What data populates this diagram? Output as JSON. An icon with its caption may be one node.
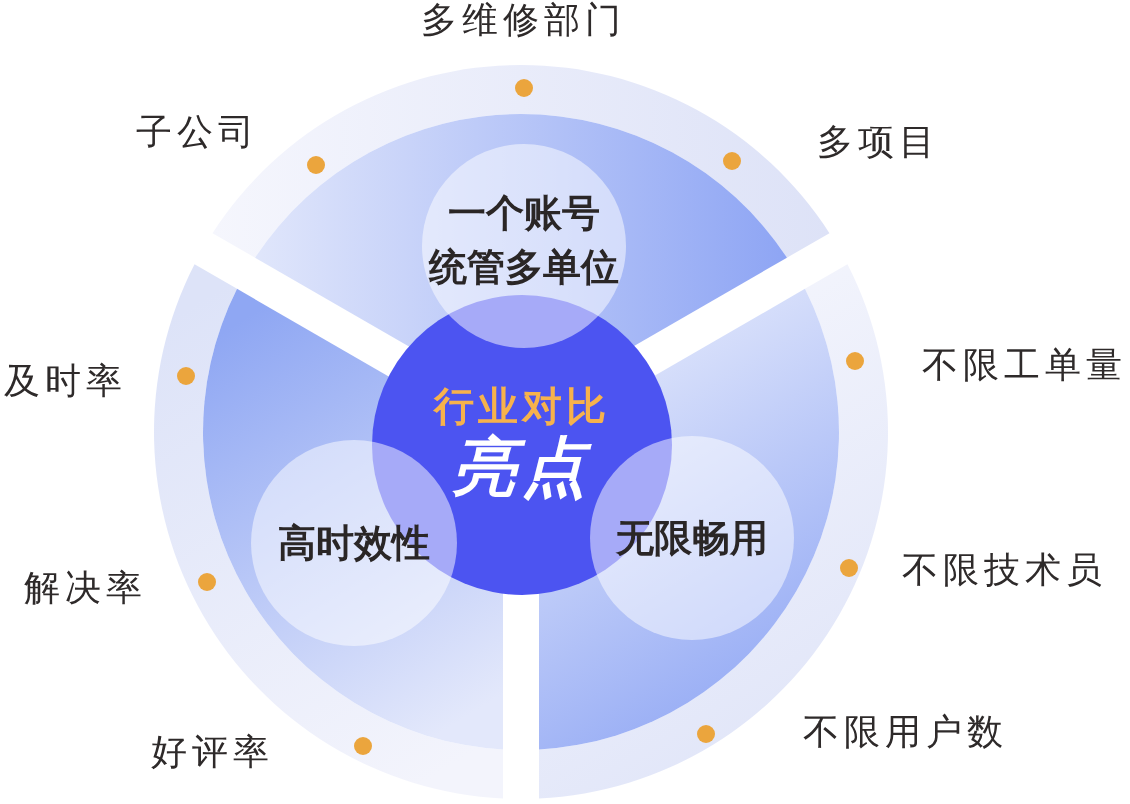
{
  "diagram": {
    "nodes": [
      {
        "text": [
          "一个账号统管多单位"
        ]
      },
      {
        "text": [
          "行业对比",
          "亮点"
        ]
      },
      {
        "text": [
          "高时效性"
        ]
      },
      {
        "text": [
          "无限畅用"
        ]
      }
    ],
    "labels": [
      "子公司",
      "多维修部门",
      "多项目",
      "及时率",
      "解决率",
      "好评率",
      "不限工单量",
      "不限技术员",
      "不限用户数"
    ]
  }
}
